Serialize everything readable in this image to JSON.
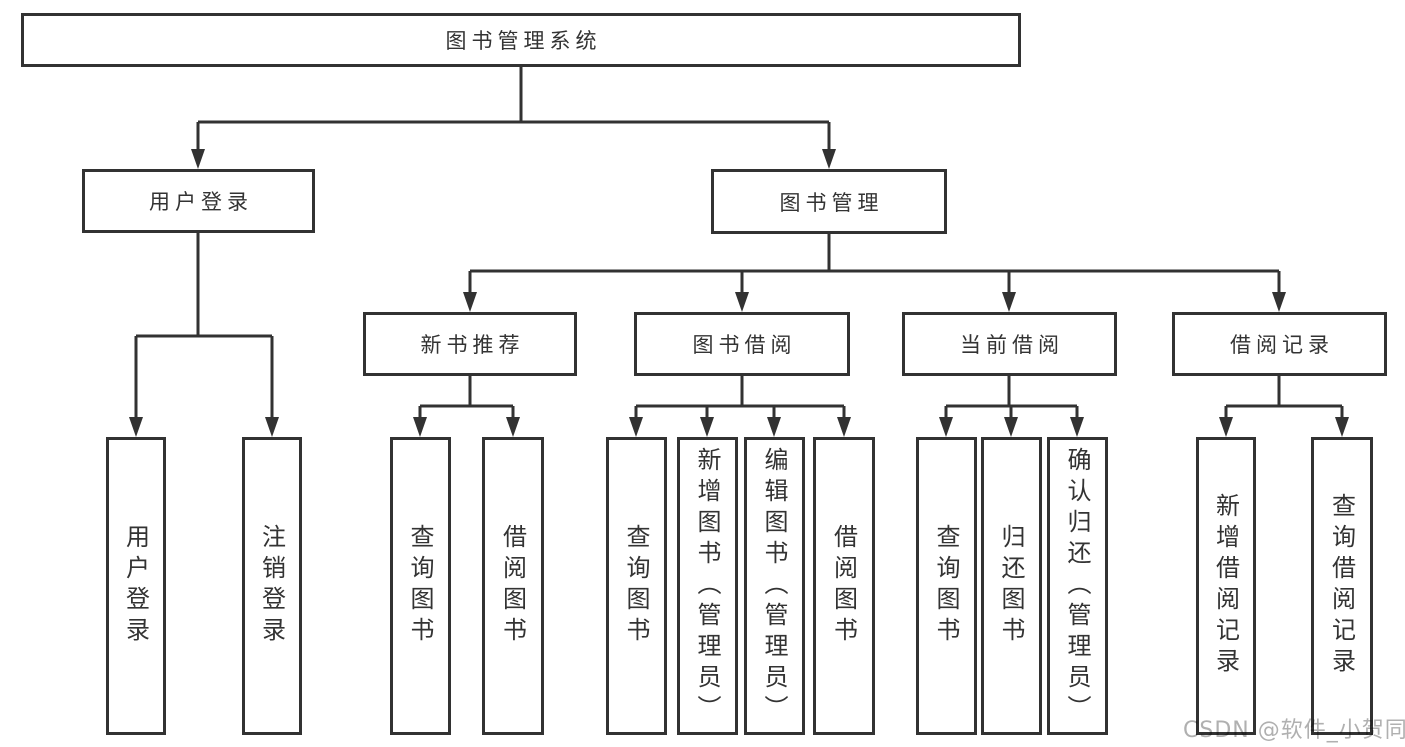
{
  "diagram": {
    "root": "图书管理系统",
    "level2": {
      "login": "用户登录",
      "mgmt": "图书管理"
    },
    "level3": {
      "newbook": "新书推荐",
      "borrow": "图书借阅",
      "current": "当前借阅",
      "records": "借阅记录"
    },
    "leaves": {
      "login_user": "用户登录",
      "login_logout": "注销登录",
      "newbook_query": "查询图书",
      "newbook_borrow": "借阅图书",
      "borrow_query": "查询图书",
      "borrow_add": "新增图书（管理员）",
      "borrow_edit": "编辑图书（管理员）",
      "borrow_lend": "借阅图书",
      "current_query": "查询图书",
      "current_return": "归还图书",
      "current_confirm": "确认归还（管理员）",
      "records_add": "新增借阅记录",
      "records_query": "查询借阅记录"
    }
  },
  "watermark": "CSDN @软件_小贺同学",
  "colors": {
    "line": "#323232",
    "text": "#333333",
    "watermark": "#b0b0b0",
    "background": "#ffffff"
  }
}
